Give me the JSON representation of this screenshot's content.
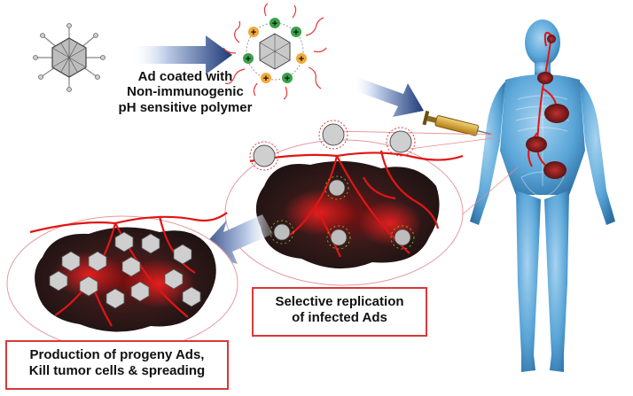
{
  "captions": {
    "coating": [
      "Ad coated with",
      "Non-immunogenic",
      "pH sensitive polymer"
    ],
    "replication": [
      "Selective replication",
      "of infected Ads"
    ],
    "production": [
      "Production of progeny Ads,",
      "Kill tumor cells & spreading"
    ]
  },
  "colors": {
    "arrow_dark": "#1f3a78",
    "arrow_light": "#b9c9e6",
    "body_blue": "#5aa6d8",
    "tumor_dark": "#2a1a1a",
    "vessel_red": "#e01515",
    "box_border": "#d9383a",
    "polymer_red": "#e23a3a",
    "syringe_gold": "#d9a520"
  }
}
